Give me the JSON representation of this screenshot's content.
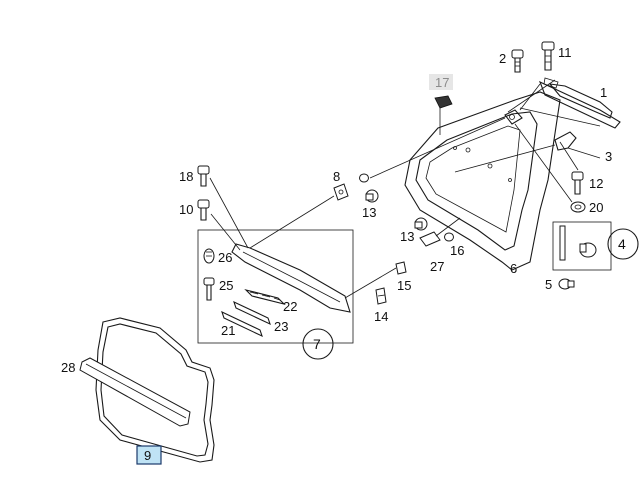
{
  "colors": {
    "line": "#1a1a1a",
    "highlight_box": "#bfe3f5",
    "highlight_border": "#1b3a6b",
    "muted_label_bg": "#e6e6e6",
    "muted_label_text": "#8c8c8c"
  },
  "callouts": {
    "p1": "1",
    "p2": "2",
    "p3": "3",
    "p4": "4",
    "p5": "5",
    "p6": "6",
    "p7": "7",
    "p8": "8",
    "p9": "9",
    "p10": "10",
    "p11": "11",
    "p12": "12",
    "p13a": "13",
    "p13b": "13",
    "p14": "14",
    "p15": "15",
    "p16": "16",
    "p17": "17",
    "p18": "18",
    "p20": "20",
    "p21": "21",
    "p22": "22",
    "p23": "23",
    "p25": "25",
    "p26": "26",
    "p27": "27",
    "p28": "28"
  }
}
